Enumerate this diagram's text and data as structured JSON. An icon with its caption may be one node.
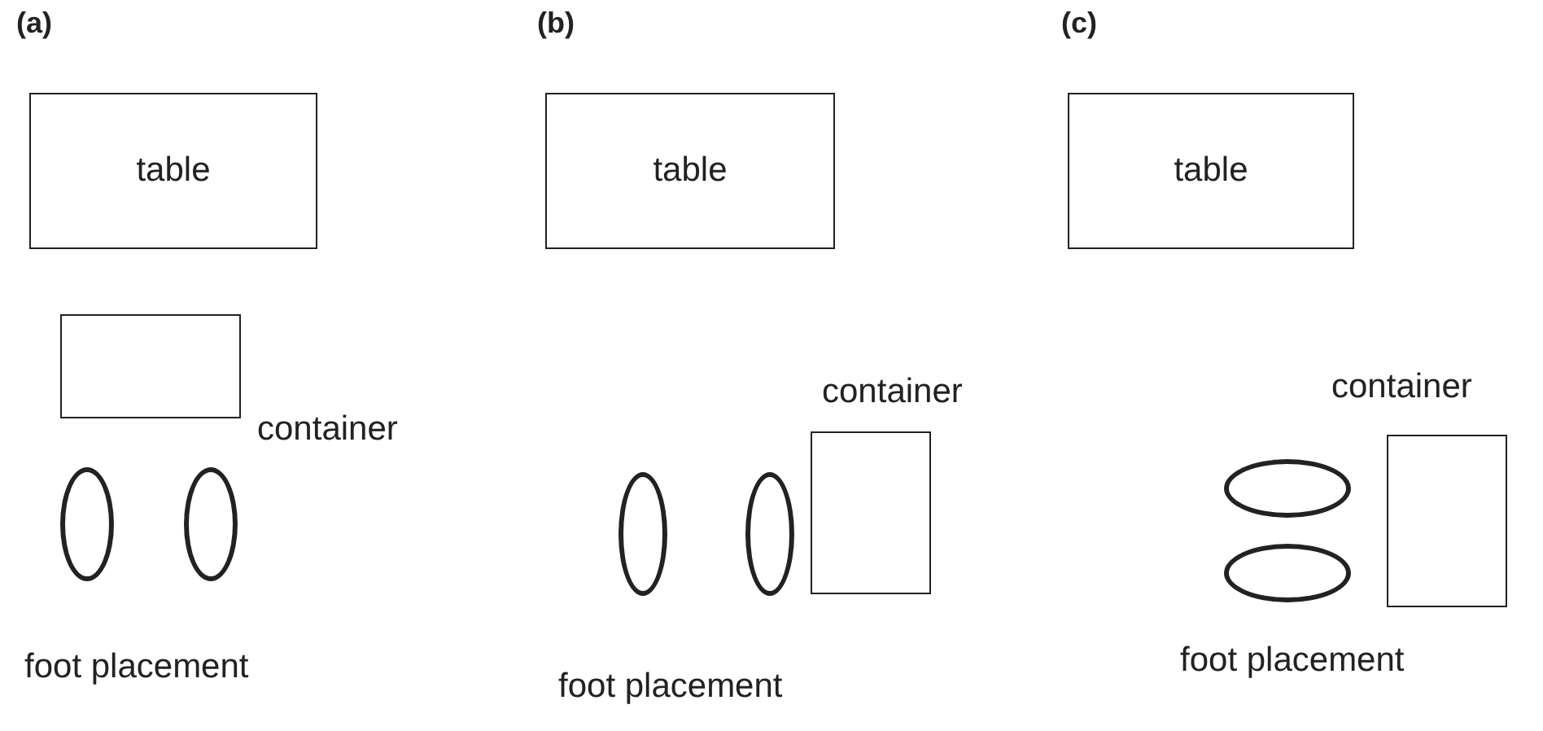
{
  "diagram": {
    "nodes": [
      {
        "text": [
          "table"
        ]
      },
      {
        "text": [],
        "shape": "box",
        "beside": [
          "container"
        ]
      },
      {
        "text": [],
        "shape": "ellipse"
      },
      {
        "text": [],
        "shape": "ellipse"
      },
      {
        "text": [
          "table"
        ]
      },
      {
        "text": [],
        "shape": "ellipse"
      },
      {
        "text": [],
        "shape": "ellipse"
      },
      {
        "text": [],
        "shape": "box",
        "beside": [
          "container"
        ]
      },
      {
        "text": [
          "table"
        ]
      },
      {
        "text": [],
        "shape": "ellipse"
      },
      {
        "text": [],
        "shape": "ellipse"
      },
      {
        "text": [],
        "shape": "box",
        "beside": [
          "container"
        ]
      }
    ],
    "edges": [],
    "labels": [
      "(a)",
      "(b)",
      "(c)",
      "foot placement",
      "foot placement",
      "foot placement"
    ]
  }
}
